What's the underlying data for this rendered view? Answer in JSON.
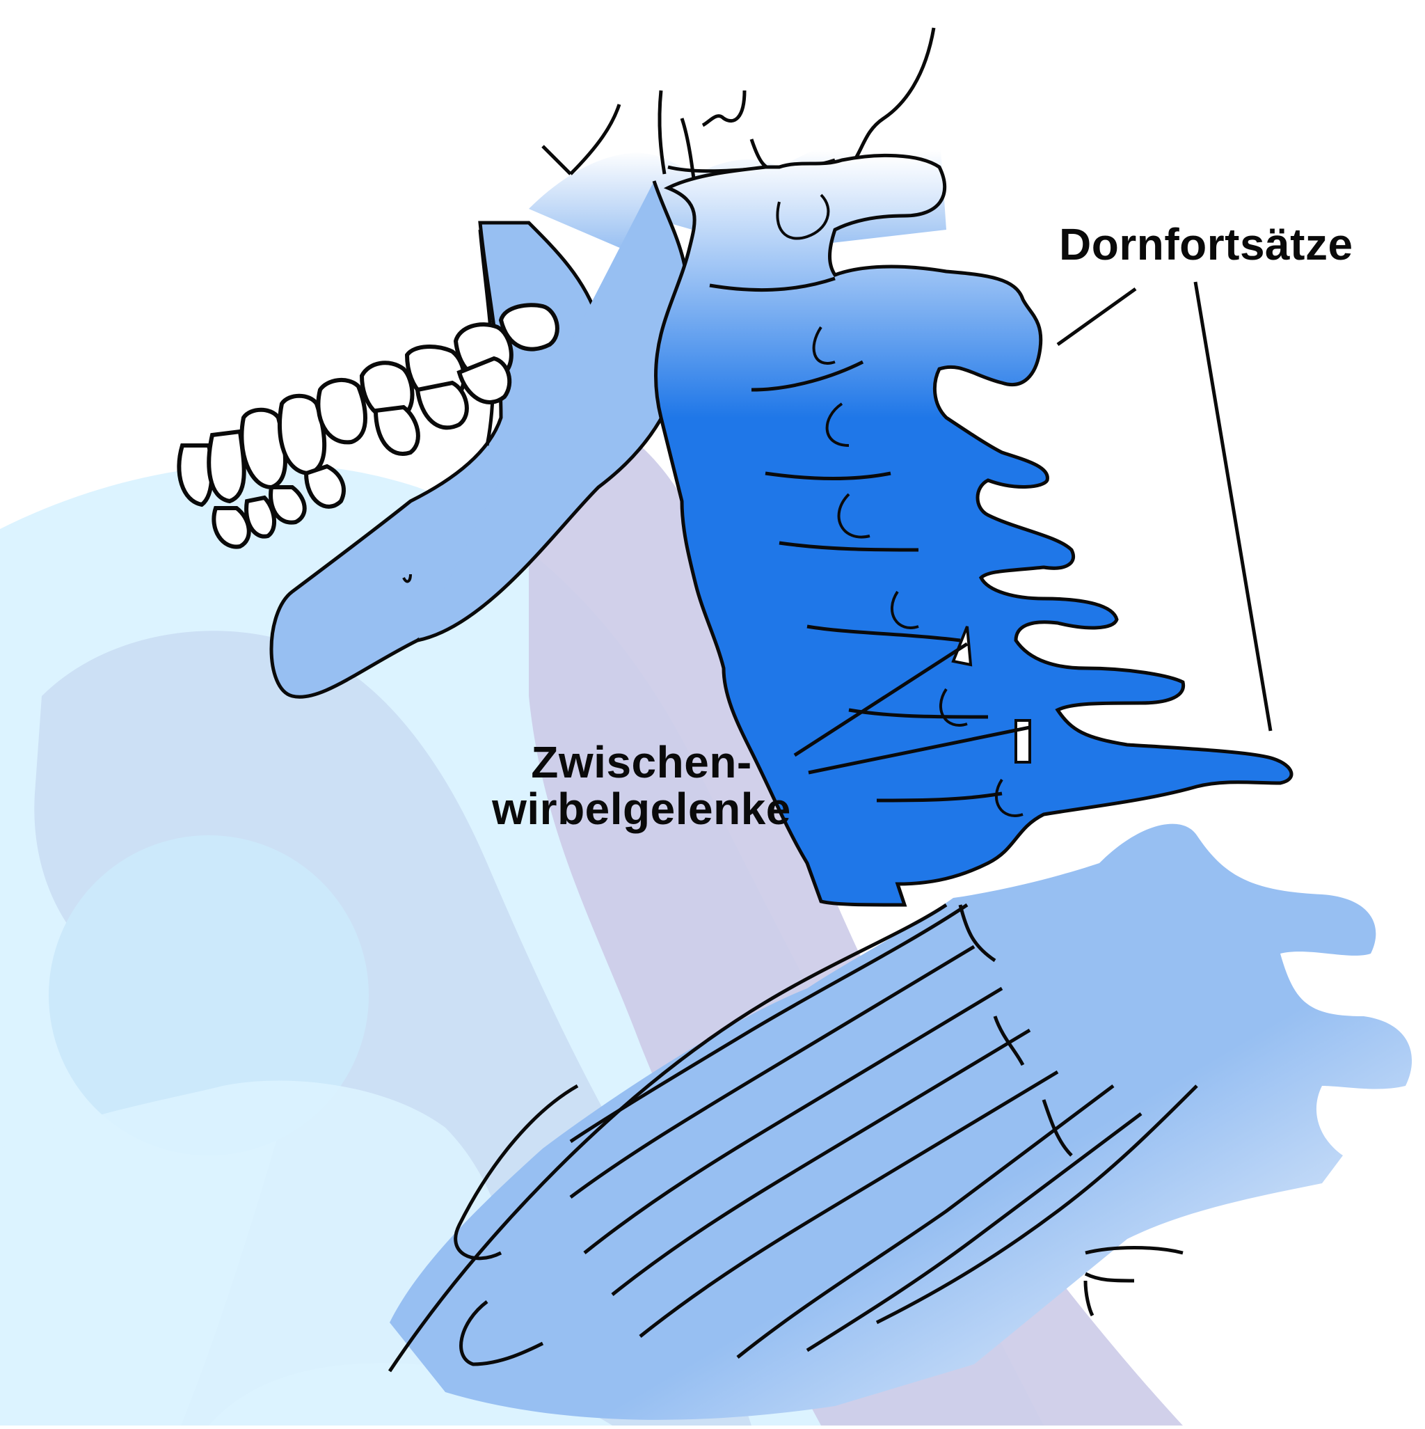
{
  "figure": {
    "subject": "Seitliche Ansicht der Halswirbelsäule mit Unterkiefer und oberen Rippen",
    "labels": {
      "spinous_processes": "Dornfortsätze",
      "facet_joints_line1": "Zwischen-",
      "facet_joints_line2": "wirbelgelenke"
    },
    "colors": {
      "highlight_vertebrae": "#1f77e8",
      "bone_light": "#97bff2",
      "background_light": "#dcf3ff",
      "background_mid": "#cce0f5",
      "background_purple": "#cccbe8",
      "outline": "#0a0a0a",
      "teeth": "#ffffff"
    }
  }
}
